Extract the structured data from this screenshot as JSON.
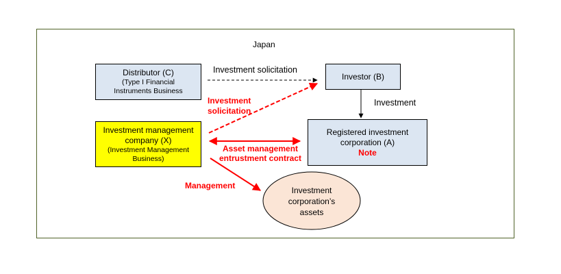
{
  "diagram": {
    "region_label": "Japan",
    "nodes": {
      "distributor": {
        "title": "Distributor (C)",
        "subtitle_line1": "(Type I Financial",
        "subtitle_line2": "Instruments Business"
      },
      "investor": {
        "title": "Investor (B)"
      },
      "investment_management_company": {
        "title_line1": "Investment management",
        "title_line2": "company (X)",
        "subtitle_line1": "(Investment Management",
        "subtitle_line2": "Business)"
      },
      "registered_investment_corporation": {
        "title_line1": "Registered investment",
        "title_line2": "corporation (A)",
        "note": "Note"
      },
      "assets": {
        "line1": "Investment",
        "line2": "corporation’s",
        "line3": "assets"
      }
    },
    "edges": {
      "distributor_to_investor": "Investment solicitation",
      "imc_to_investor_line1": "Investment",
      "imc_to_investor_line2": "solicitation",
      "investor_to_registered": "Investment",
      "imc_registered_line1": "Asset management",
      "imc_registered_line2": "entrustment contract",
      "imc_to_assets": "Management"
    },
    "colors": {
      "frame": "#4f6228",
      "entity_fill": "#dce6f2",
      "highlight_fill": "#ffff00",
      "asset_fill": "#fbe5d6",
      "emphasis": "#ff0000"
    }
  }
}
